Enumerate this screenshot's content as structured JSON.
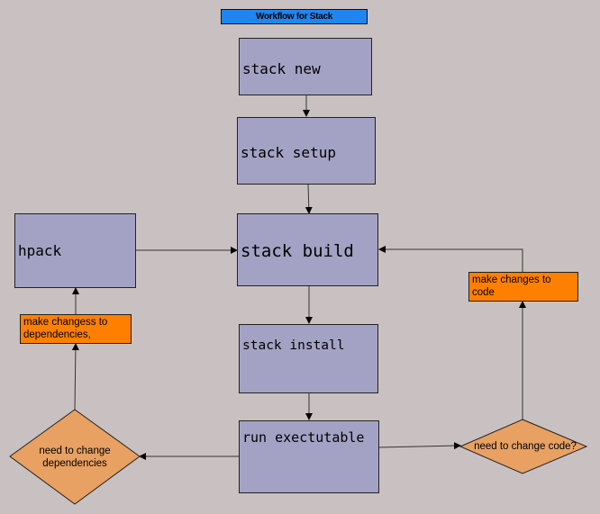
{
  "title": "Workflow for Stack",
  "nodes": {
    "stack_new": "stack new",
    "stack_setup": "stack setup",
    "stack_build": "stack build",
    "stack_install": "stack install",
    "run_executable": "run exectutable",
    "hpack": "hpack"
  },
  "notes": {
    "dependencies": "make changess to dependencies,",
    "code": "make changes to code"
  },
  "decisions": {
    "change_dependencies": "need to change dependencies",
    "change_code": "need to change code?"
  },
  "colors": {
    "title_bg": "#1f86f0",
    "box_fill": "#a4a2c4",
    "note_fill": "#ff8000",
    "decision_fill": "#e8a162",
    "background": "#c9c1c1"
  }
}
